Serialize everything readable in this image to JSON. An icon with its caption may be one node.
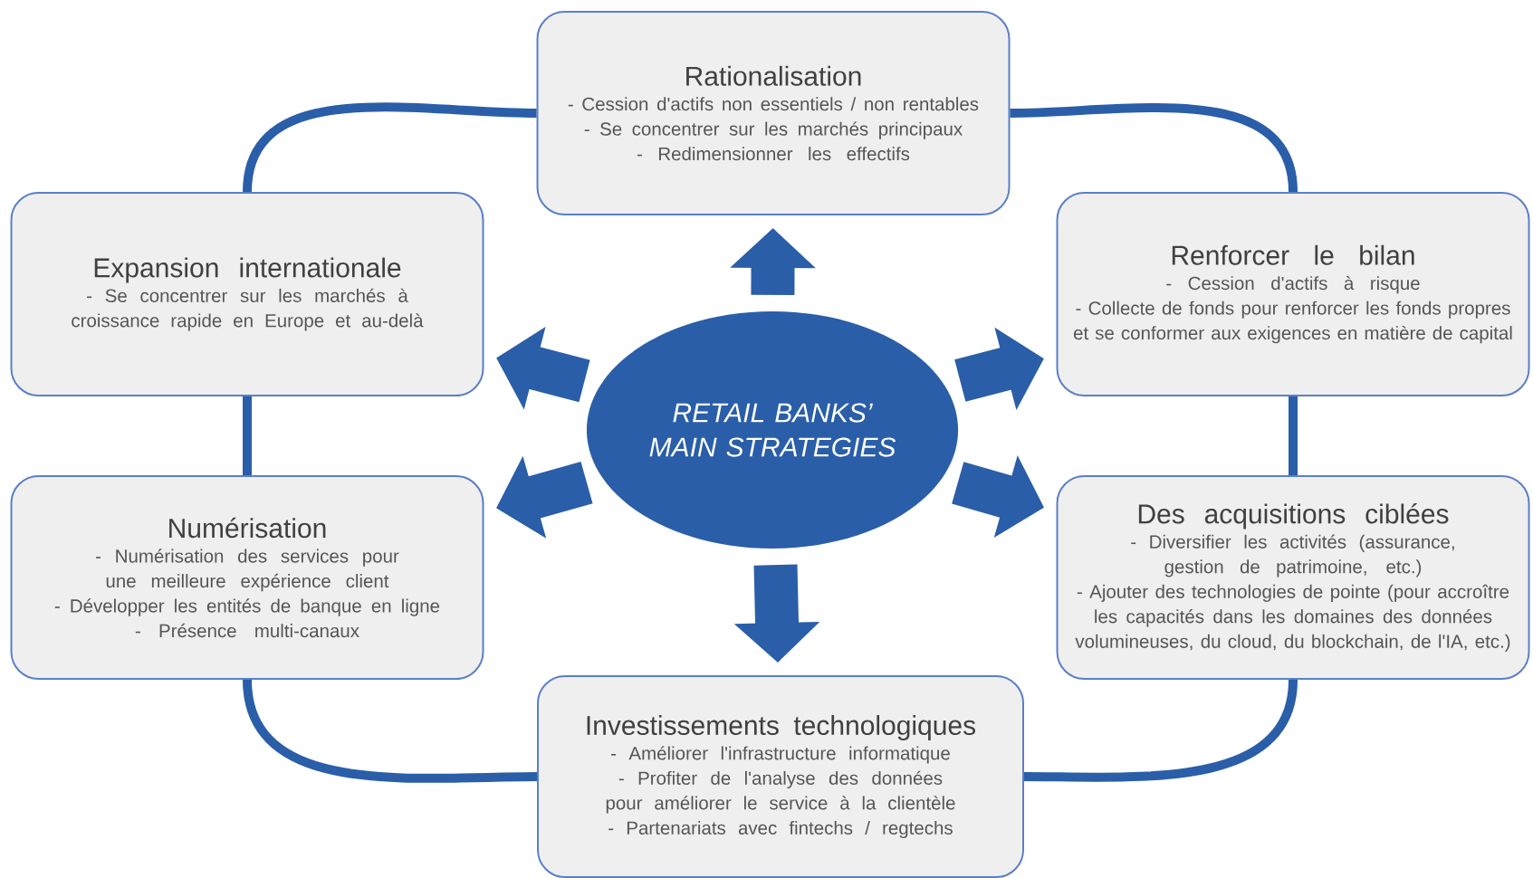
{
  "diagram": {
    "nodes": [
      {
        "text": [
          "RETAIL BANKS’ MAIN STRATEGIES"
        ]
      },
      {
        "text": [
          "Rationalisation",
          "- Cession d'actifs non essentiels / non rentables",
          "- Se concentrer sur les marchés principaux",
          "- Redimensionner les effectifs"
        ]
      },
      {
        "text": [
          "Expansion internationale",
          "- Se concentrer sur les marchés à croissance rapide en Europe et au-delà"
        ]
      },
      {
        "text": [
          "Renforcer le bilan",
          "- Cession d'actifs à risque",
          "- Collecte de fonds pour renforcer les fonds propres et se conformer aux exigences en matière de capital"
        ]
      },
      {
        "text": [
          "Numérisation",
          "- Numérisation des services pour une meilleure expérience client",
          "- Développer les entités de banque en ligne",
          "- Présence multi-canaux"
        ]
      },
      {
        "text": [
          "Des acquisitions ciblées",
          "- Diversifier les activités (assurance, gestion de patrimoine, etc.)",
          "- Ajouter des technologies de pointe (pour accroître les capacités dans les domaines des données volumineuses, du cloud, du blockchain, de l'IA, etc.)"
        ]
      },
      {
        "text": [
          "Investissements technologiques",
          "- Améliorer l'infrastructure informatique",
          "- Profiter de l'analyse des données pour améliorer le service à la clientèle",
          "- Partenariats avec fintechs / regtechs"
        ]
      }
    ],
    "edges": [
      {
        "from": 0,
        "to": 1,
        "arrow": "to",
        "style": "thick"
      },
      {
        "from": 0,
        "to": 2,
        "arrow": "to",
        "style": "thick"
      },
      {
        "from": 0,
        "to": 3,
        "arrow": "to",
        "style": "thick"
      },
      {
        "from": 0,
        "to": 4,
        "arrow": "to",
        "style": "thick"
      },
      {
        "from": 0,
        "to": 5,
        "arrow": "to",
        "style": "thick"
      },
      {
        "from": 0,
        "to": 6,
        "arrow": "to",
        "style": "thick"
      },
      {
        "from": 1,
        "to": 3,
        "arrow": "none"
      },
      {
        "from": 3,
        "to": 5,
        "arrow": "none"
      },
      {
        "from": 5,
        "to": 6,
        "arrow": "none"
      },
      {
        "from": 6,
        "to": 4,
        "arrow": "none"
      },
      {
        "from": 4,
        "to": 2,
        "arrow": "none"
      },
      {
        "from": 2,
        "to": 1,
        "arrow": "none"
      }
    ]
  }
}
